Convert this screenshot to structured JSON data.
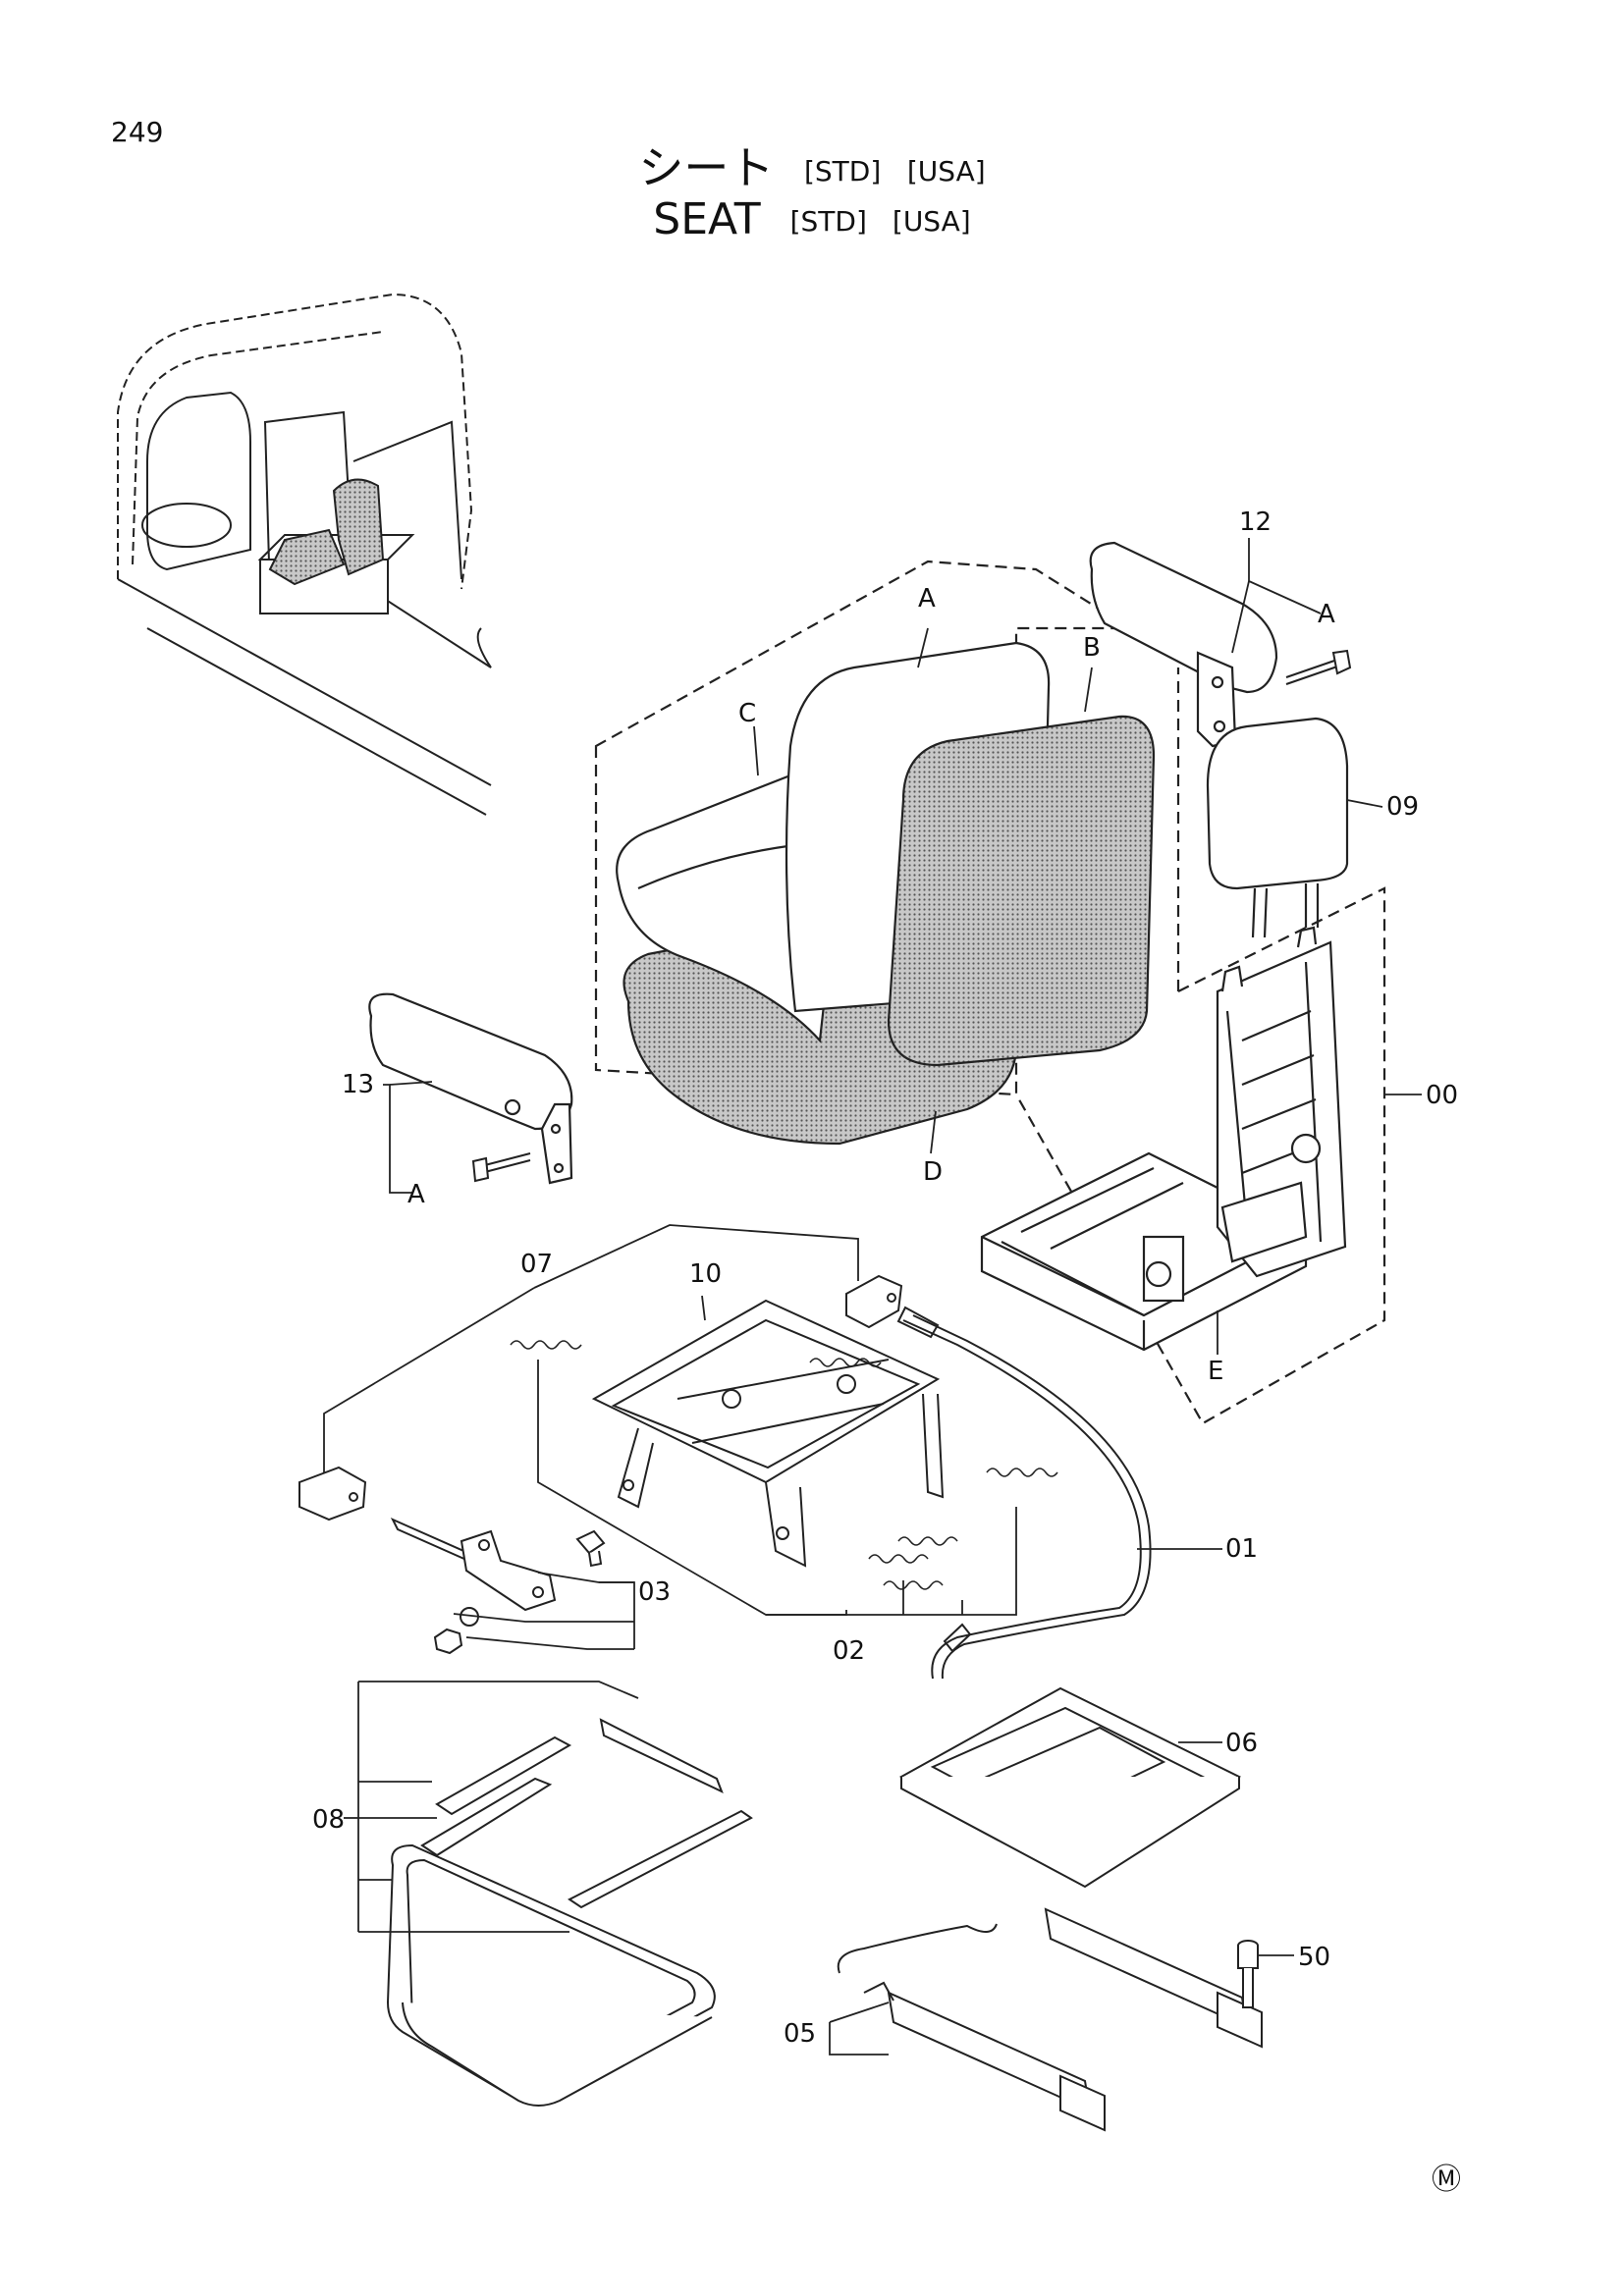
{
  "page_number": "249",
  "title_jp": {
    "main": "シート",
    "tags": [
      "[STD]",
      "[USA]"
    ]
  },
  "title_en": {
    "main": "SEAT",
    "tags": [
      "[STD]",
      "[USA]"
    ]
  },
  "callouts": {
    "c12": "12",
    "c09": "09",
    "c00": "00",
    "c13": "13",
    "c07": "07",
    "c10": "10",
    "c01": "01",
    "c03": "03",
    "c02": "02",
    "c06": "06",
    "c08": "08",
    "c05": "05",
    "c50": "50"
  },
  "letters": {
    "A1": "A",
    "B": "B",
    "C": "C",
    "D": "D",
    "E": "E",
    "A2": "A",
    "A3": "A"
  },
  "marker": "Ⓜ"
}
